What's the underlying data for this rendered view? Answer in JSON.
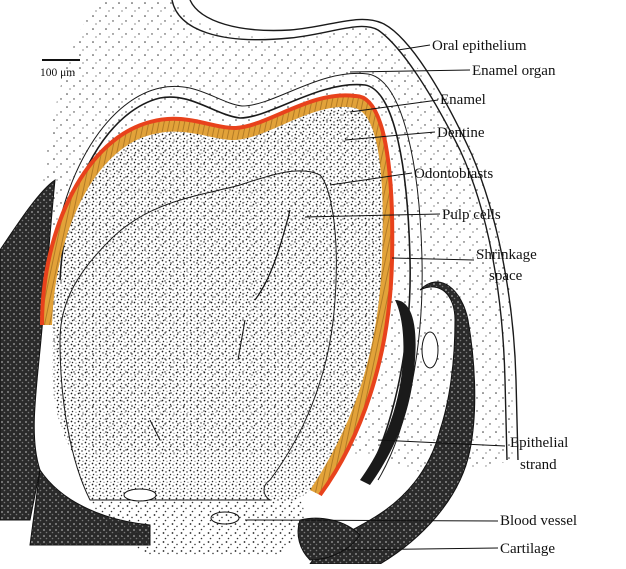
{
  "figure": {
    "scale_bar": {
      "label": "100 μm"
    },
    "labels": [
      {
        "id": "oral-epithelium",
        "lines": [
          "Oral epithelium"
        ]
      },
      {
        "id": "enamel-organ",
        "lines": [
          "Enamel organ"
        ]
      },
      {
        "id": "enamel",
        "lines": [
          "Enamel"
        ]
      },
      {
        "id": "dentine",
        "lines": [
          "Dentine"
        ]
      },
      {
        "id": "odontoblasts",
        "lines": [
          "Odontoblasts"
        ]
      },
      {
        "id": "pulp-cells",
        "lines": [
          "Pulp cells"
        ]
      },
      {
        "id": "shrinkage-space",
        "lines": [
          "Shrinkage",
          "space"
        ]
      },
      {
        "id": "epithelial-strand",
        "lines": [
          "Epithelial",
          "strand"
        ]
      },
      {
        "id": "blood-vessel",
        "lines": [
          "Blood vessel"
        ]
      },
      {
        "id": "cartilage",
        "lines": [
          "Cartilage"
        ]
      }
    ],
    "colors": {
      "enamel": "#e8421c",
      "dentine": "#e2a23a",
      "ink": "#1a1a1a",
      "background": "#ffffff"
    }
  }
}
